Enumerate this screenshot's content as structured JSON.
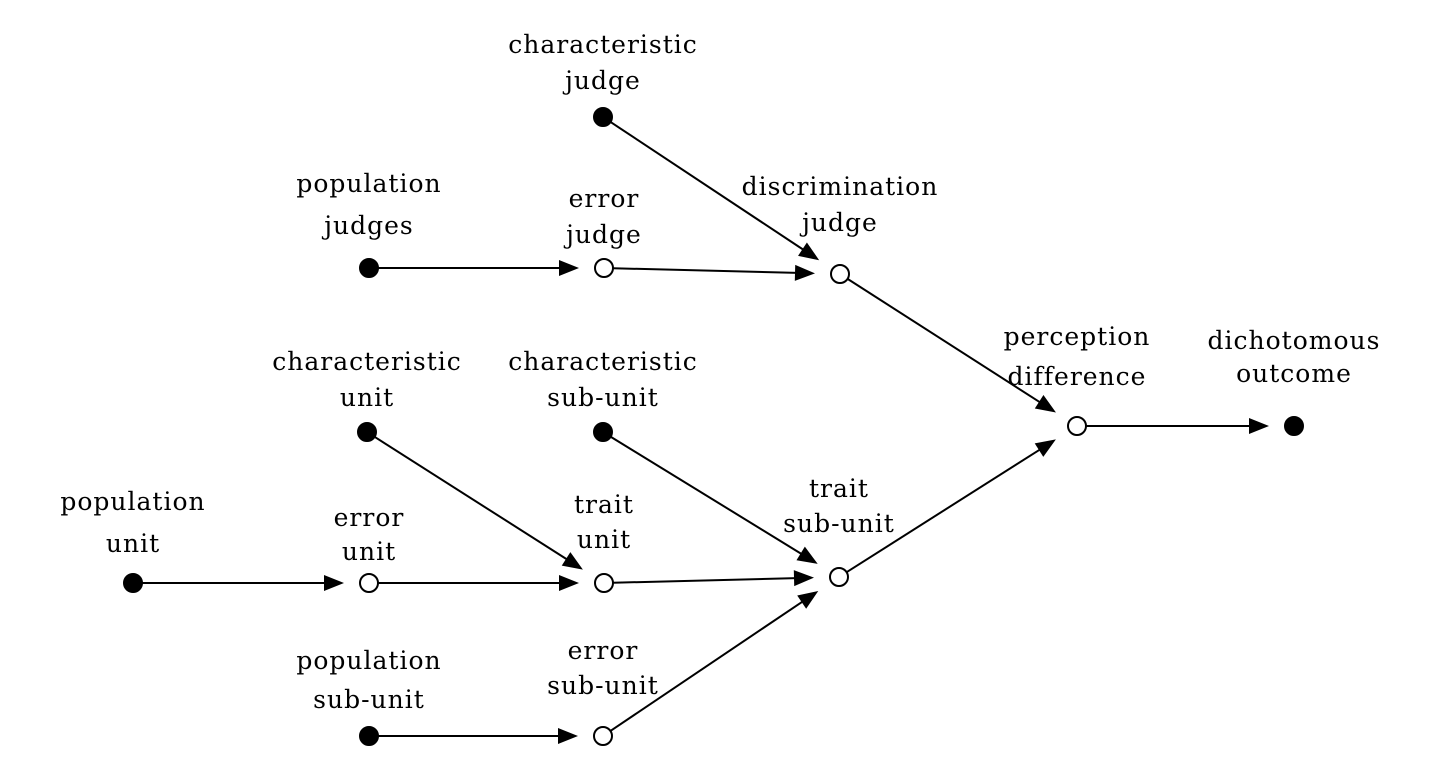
{
  "diagram": {
    "nodes": [
      {
        "id": "characteristic_judge",
        "lines": [
          "characteristic",
          "judge"
        ],
        "kind": "observed"
      },
      {
        "id": "population_judges",
        "lines": [
          "population",
          "judges"
        ],
        "kind": "observed"
      },
      {
        "id": "error_judge",
        "lines": [
          "error",
          "judge"
        ],
        "kind": "latent"
      },
      {
        "id": "discrimination_judge",
        "lines": [
          "discrimination",
          "judge"
        ],
        "kind": "latent"
      },
      {
        "id": "characteristic_unit",
        "lines": [
          "characteristic",
          "unit"
        ],
        "kind": "observed"
      },
      {
        "id": "characteristic_sub_unit",
        "lines": [
          "characteristic",
          "sub-unit"
        ],
        "kind": "observed"
      },
      {
        "id": "population_unit",
        "lines": [
          "population",
          "unit"
        ],
        "kind": "observed"
      },
      {
        "id": "error_unit",
        "lines": [
          "error",
          "unit"
        ],
        "kind": "latent"
      },
      {
        "id": "trait_unit",
        "lines": [
          "trait",
          "unit"
        ],
        "kind": "latent"
      },
      {
        "id": "trait_sub_unit",
        "lines": [
          "trait",
          "sub-unit"
        ],
        "kind": "latent"
      },
      {
        "id": "population_sub_unit",
        "lines": [
          "population",
          "sub-unit"
        ],
        "kind": "observed"
      },
      {
        "id": "error_sub_unit",
        "lines": [
          "error",
          "sub-unit"
        ],
        "kind": "latent"
      },
      {
        "id": "perception_difference",
        "lines": [
          "perception",
          "difference"
        ],
        "kind": "latent"
      },
      {
        "id": "dichotomous_outcome",
        "lines": [
          "dichotomous",
          "outcome"
        ],
        "kind": "observed"
      }
    ],
    "edges": [
      {
        "from": "characteristic_judge",
        "to": "discrimination_judge"
      },
      {
        "from": "population_judges",
        "to": "error_judge"
      },
      {
        "from": "error_judge",
        "to": "discrimination_judge"
      },
      {
        "from": "discrimination_judge",
        "to": "perception_difference"
      },
      {
        "from": "characteristic_unit",
        "to": "trait_unit"
      },
      {
        "from": "characteristic_sub_unit",
        "to": "trait_sub_unit"
      },
      {
        "from": "population_unit",
        "to": "error_unit"
      },
      {
        "from": "error_unit",
        "to": "trait_unit"
      },
      {
        "from": "trait_unit",
        "to": "trait_sub_unit"
      },
      {
        "from": "population_sub_unit",
        "to": "error_sub_unit"
      },
      {
        "from": "error_sub_unit",
        "to": "trait_sub_unit"
      },
      {
        "from": "trait_sub_unit",
        "to": "perception_difference"
      },
      {
        "from": "perception_difference",
        "to": "dichotomous_outcome"
      }
    ]
  }
}
